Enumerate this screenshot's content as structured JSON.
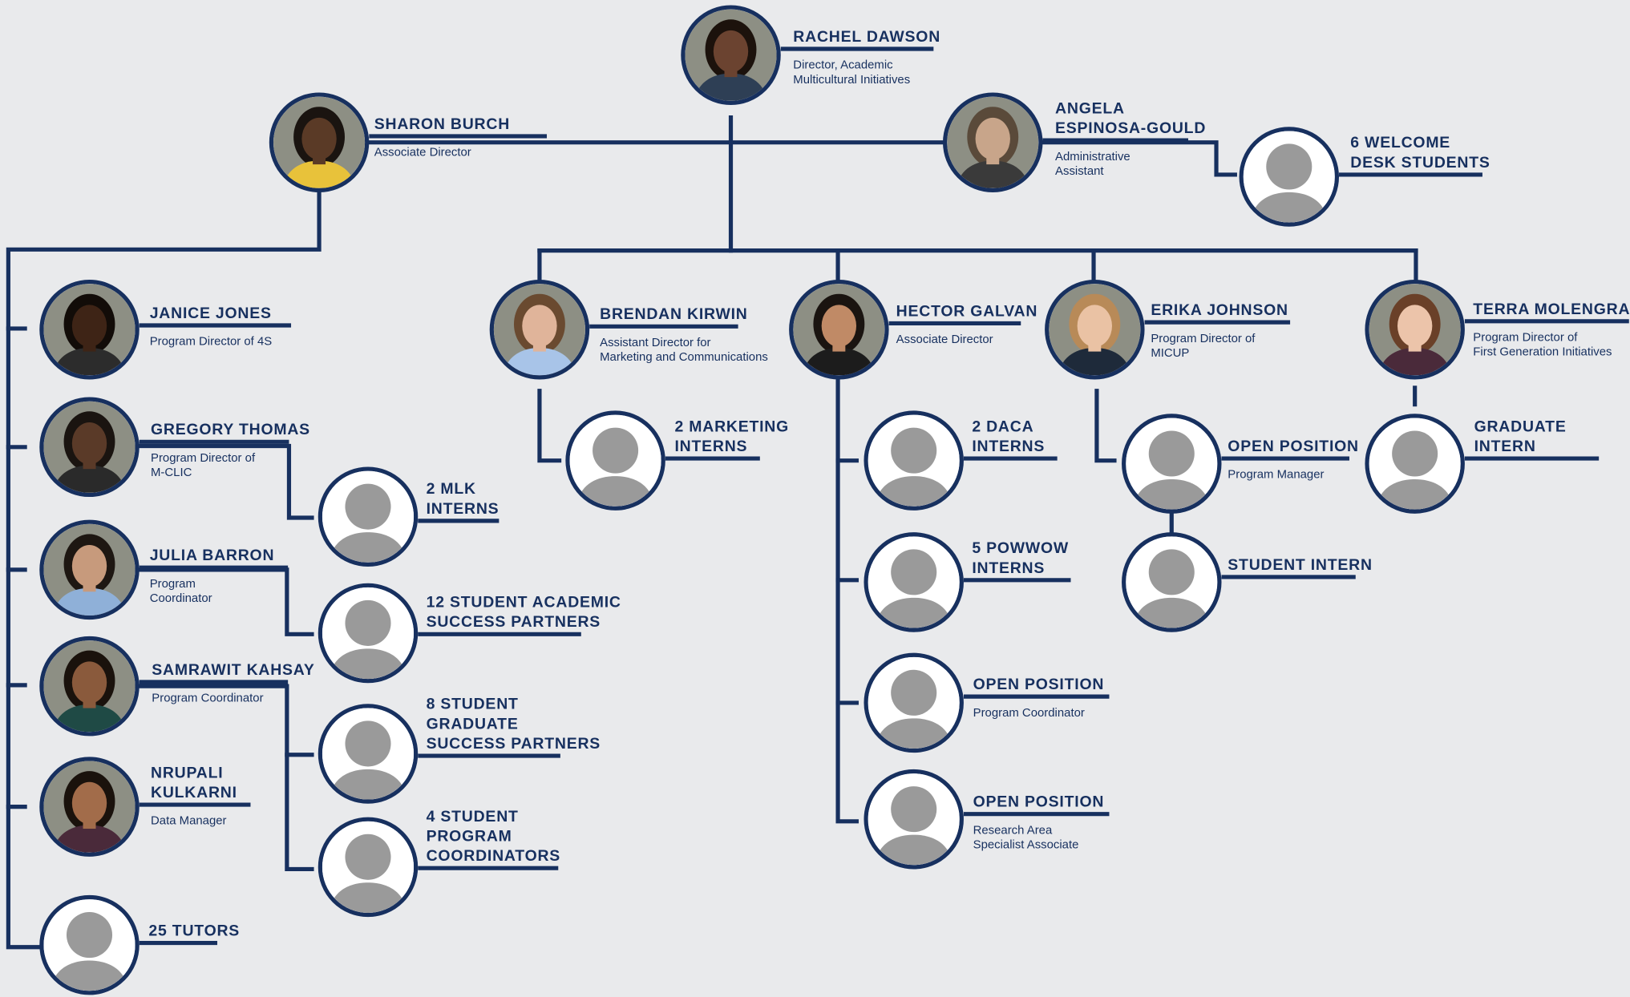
{
  "colors": {
    "line": "#17305f",
    "background": "#e9eaec",
    "placeholder": "#9a9a9a"
  },
  "people": [
    {
      "id": "rachel",
      "name": [
        "RACHEL DAWSON"
      ],
      "role": [
        "Director, Academic",
        "Multicultural Initiatives"
      ],
      "photo": true,
      "skin": "#6b4330",
      "hair": "#1c120c",
      "shirt": "#2e3f55"
    },
    {
      "id": "sharon",
      "name": [
        "SHARON BURCH"
      ],
      "role": [
        "Associate Director"
      ],
      "photo": true,
      "skin": "#5a3a26",
      "hair": "#1a1410",
      "shirt": "#e8c23a"
    },
    {
      "id": "angela",
      "name": [
        "ANGELA",
        "ESPINOSA-GOULD"
      ],
      "role": [
        "Administrative",
        "Assistant"
      ],
      "photo": true,
      "skin": "#c8a58a",
      "hair": "#5a4a3a",
      "shirt": "#3a3a3a"
    },
    {
      "id": "welcome",
      "name": [
        "6 WELCOME",
        "DESK STUDENTS"
      ],
      "role": [],
      "photo": false
    },
    {
      "id": "janice",
      "name": [
        "JANICE JONES"
      ],
      "role": [
        "Program Director of 4S"
      ],
      "photo": true,
      "skin": "#3e2416",
      "hair": "#120c08",
      "shirt": "#2c2c2c"
    },
    {
      "id": "gregory",
      "name": [
        "GREGORY THOMAS"
      ],
      "role": [
        "Program Director of",
        "M-CLIC"
      ],
      "photo": true,
      "skin": "#5a3a28",
      "hair": "#1a1410",
      "shirt": "#2a2a2a"
    },
    {
      "id": "julia",
      "name": [
        "JULIA BARRON"
      ],
      "role": [
        "Program",
        "Coordinator"
      ],
      "photo": true,
      "skin": "#c79a7c",
      "hair": "#1e1712",
      "shirt": "#8fb0d8"
    },
    {
      "id": "samrawit",
      "name": [
        "SAMRAWIT KAHSAY"
      ],
      "role": [
        "Program Coordinator"
      ],
      "photo": true,
      "skin": "#8a5a3c",
      "hair": "#1a120c",
      "shirt": "#1f4a45"
    },
    {
      "id": "nrupali",
      "name": [
        "NRUPALI",
        "KULKARNI"
      ],
      "role": [
        "Data Manager"
      ],
      "photo": true,
      "skin": "#a26c4a",
      "hair": "#1a120c",
      "shirt": "#4a2a3a"
    },
    {
      "id": "tutors",
      "name": [
        "25 TUTORS"
      ],
      "role": [],
      "photo": false
    },
    {
      "id": "mlk",
      "name": [
        "2 MLK",
        "INTERNS"
      ],
      "role": [],
      "photo": false
    },
    {
      "id": "sasp",
      "name": [
        "12 STUDENT ACADEMIC",
        "SUCCESS PARTNERS"
      ],
      "role": [],
      "photo": false
    },
    {
      "id": "sgsp",
      "name": [
        "8 STUDENT",
        "GRADUATE",
        "SUCCESS PARTNERS"
      ],
      "role": [],
      "photo": false
    },
    {
      "id": "spc",
      "name": [
        "4 STUDENT",
        "PROGRAM",
        "COORDINATORS"
      ],
      "role": [],
      "photo": false
    },
    {
      "id": "brendan",
      "name": [
        "BRENDAN KIRWIN"
      ],
      "role": [
        "Assistant Director for",
        "Marketing and Communications"
      ],
      "photo": true,
      "skin": "#e0b49a",
      "hair": "#6a4a30",
      "shirt": "#a8c4e8"
    },
    {
      "id": "hector",
      "name": [
        "HECTOR GALVAN"
      ],
      "role": [
        "Associate Director"
      ],
      "photo": true,
      "skin": "#c08a66",
      "hair": "#1a1410",
      "shirt": "#1c1c1c"
    },
    {
      "id": "erika",
      "name": [
        "ERIKA JOHNSON"
      ],
      "role": [
        "Program Director of",
        "MICUP"
      ],
      "photo": true,
      "skin": "#eac2a4",
      "hair": "#b88a58",
      "shirt": "#1e2a3a"
    },
    {
      "id": "terra",
      "name": [
        "TERRA MOLENGRAFF"
      ],
      "role": [
        "Program Director of",
        "First Generation Initiatives"
      ],
      "photo": true,
      "skin": "#ecc4aa",
      "hair": "#6a4028",
      "shirt": "#4a2a3a"
    },
    {
      "id": "marketing",
      "name": [
        "2 MARKETING",
        "INTERNS"
      ],
      "role": [],
      "photo": false
    },
    {
      "id": "daca",
      "name": [
        "2 DACA",
        "INTERNS"
      ],
      "role": [],
      "photo": false
    },
    {
      "id": "powwow",
      "name": [
        "5 POWWOW",
        "INTERNS"
      ],
      "role": [],
      "photo": false
    },
    {
      "id": "open_pc",
      "name": [
        "OPEN POSITION"
      ],
      "role": [
        "Program Coordinator"
      ],
      "photo": false
    },
    {
      "id": "open_rasa",
      "name": [
        "OPEN POSITION"
      ],
      "role": [
        "Research Area",
        "Specialist Associate"
      ],
      "photo": false
    },
    {
      "id": "open_pm",
      "name": [
        "OPEN POSITION"
      ],
      "role": [
        "Program Manager"
      ],
      "photo": false
    },
    {
      "id": "student_intern",
      "name": [
        "STUDENT INTERN"
      ],
      "role": [],
      "photo": false
    },
    {
      "id": "grad_intern",
      "name": [
        "GRADUATE",
        "INTERN"
      ],
      "role": [],
      "photo": false
    }
  ]
}
